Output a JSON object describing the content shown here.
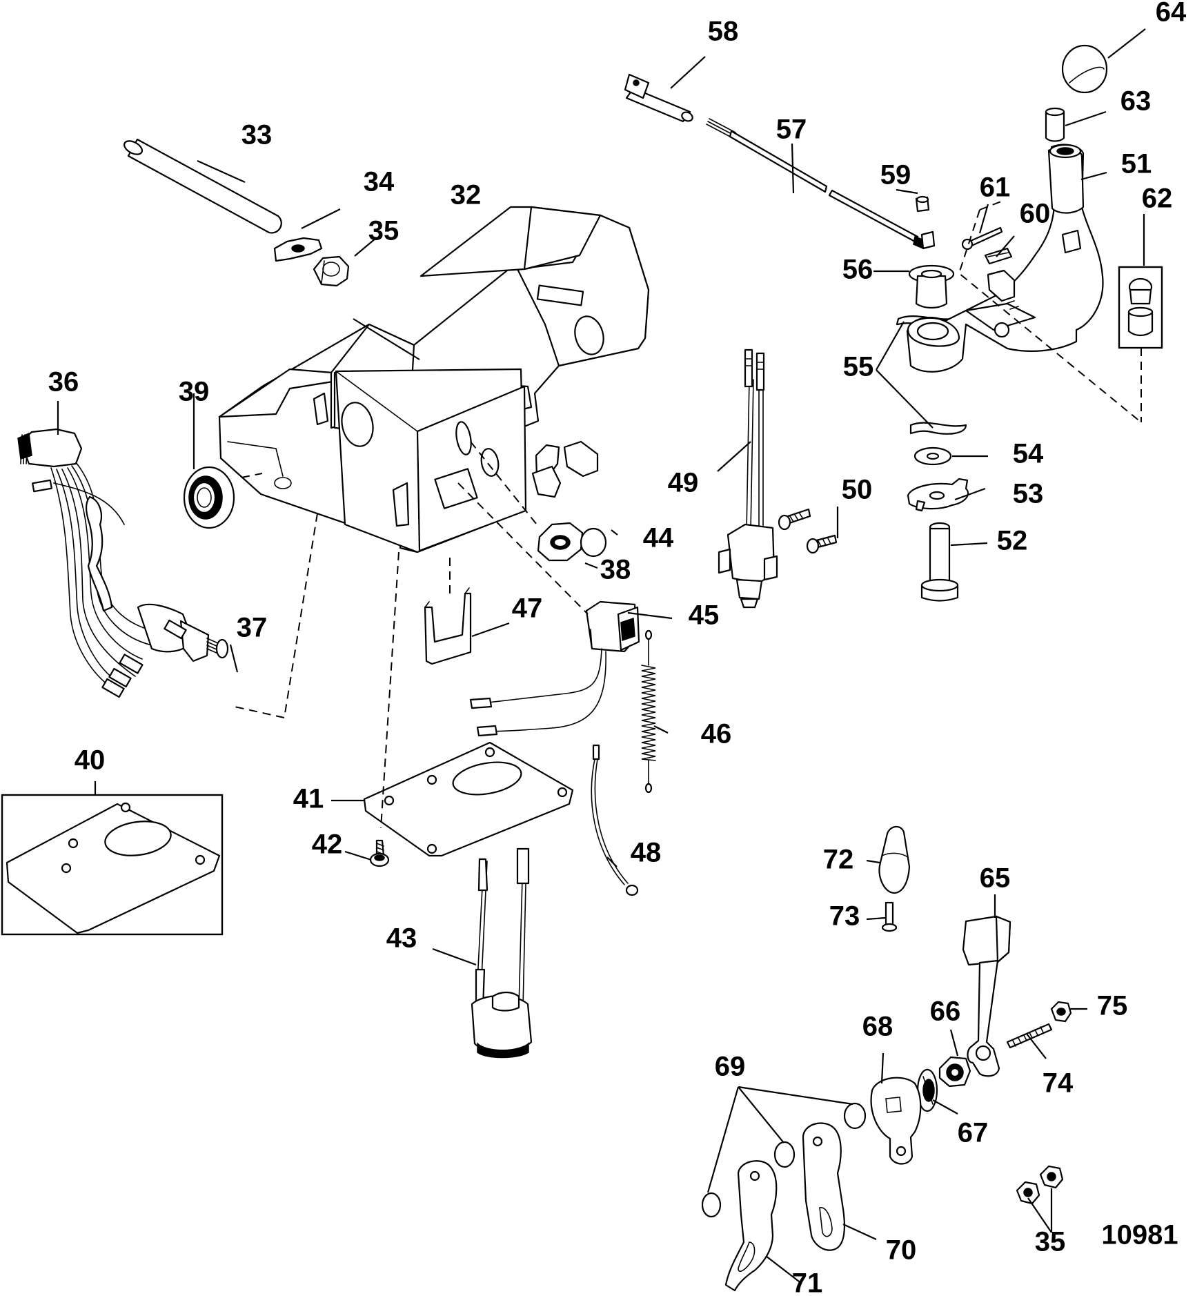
{
  "diagram_id": "10981",
  "labels": [
    {
      "id": "32",
      "text": "32"
    },
    {
      "id": "33",
      "text": "33"
    },
    {
      "id": "34",
      "text": "34"
    },
    {
      "id": "35a",
      "text": "35"
    },
    {
      "id": "36",
      "text": "36"
    },
    {
      "id": "37",
      "text": "37"
    },
    {
      "id": "38",
      "text": "38"
    },
    {
      "id": "39",
      "text": "39"
    },
    {
      "id": "40",
      "text": "40"
    },
    {
      "id": "41",
      "text": "41"
    },
    {
      "id": "42",
      "text": "42"
    },
    {
      "id": "43",
      "text": "43"
    },
    {
      "id": "44",
      "text": "44"
    },
    {
      "id": "45",
      "text": "45"
    },
    {
      "id": "46",
      "text": "46"
    },
    {
      "id": "47",
      "text": "47"
    },
    {
      "id": "48",
      "text": "48"
    },
    {
      "id": "49",
      "text": "49"
    },
    {
      "id": "50",
      "text": "50"
    },
    {
      "id": "51",
      "text": "51"
    },
    {
      "id": "52",
      "text": "52"
    },
    {
      "id": "53",
      "text": "53"
    },
    {
      "id": "54",
      "text": "54"
    },
    {
      "id": "55",
      "text": "55"
    },
    {
      "id": "56",
      "text": "56"
    },
    {
      "id": "57",
      "text": "57"
    },
    {
      "id": "58",
      "text": "58"
    },
    {
      "id": "59",
      "text": "59"
    },
    {
      "id": "60",
      "text": "60"
    },
    {
      "id": "61",
      "text": "61"
    },
    {
      "id": "62",
      "text": "62"
    },
    {
      "id": "63",
      "text": "63"
    },
    {
      "id": "64",
      "text": "64"
    },
    {
      "id": "65",
      "text": "65"
    },
    {
      "id": "66",
      "text": "66"
    },
    {
      "id": "67",
      "text": "67"
    },
    {
      "id": "68",
      "text": "68"
    },
    {
      "id": "69",
      "text": "69"
    },
    {
      "id": "70",
      "text": "70"
    },
    {
      "id": "71",
      "text": "71"
    },
    {
      "id": "72",
      "text": "72"
    },
    {
      "id": "73",
      "text": "73"
    },
    {
      "id": "74",
      "text": "74"
    },
    {
      "id": "75",
      "text": "75"
    },
    {
      "id": "35b",
      "text": "35"
    }
  ]
}
